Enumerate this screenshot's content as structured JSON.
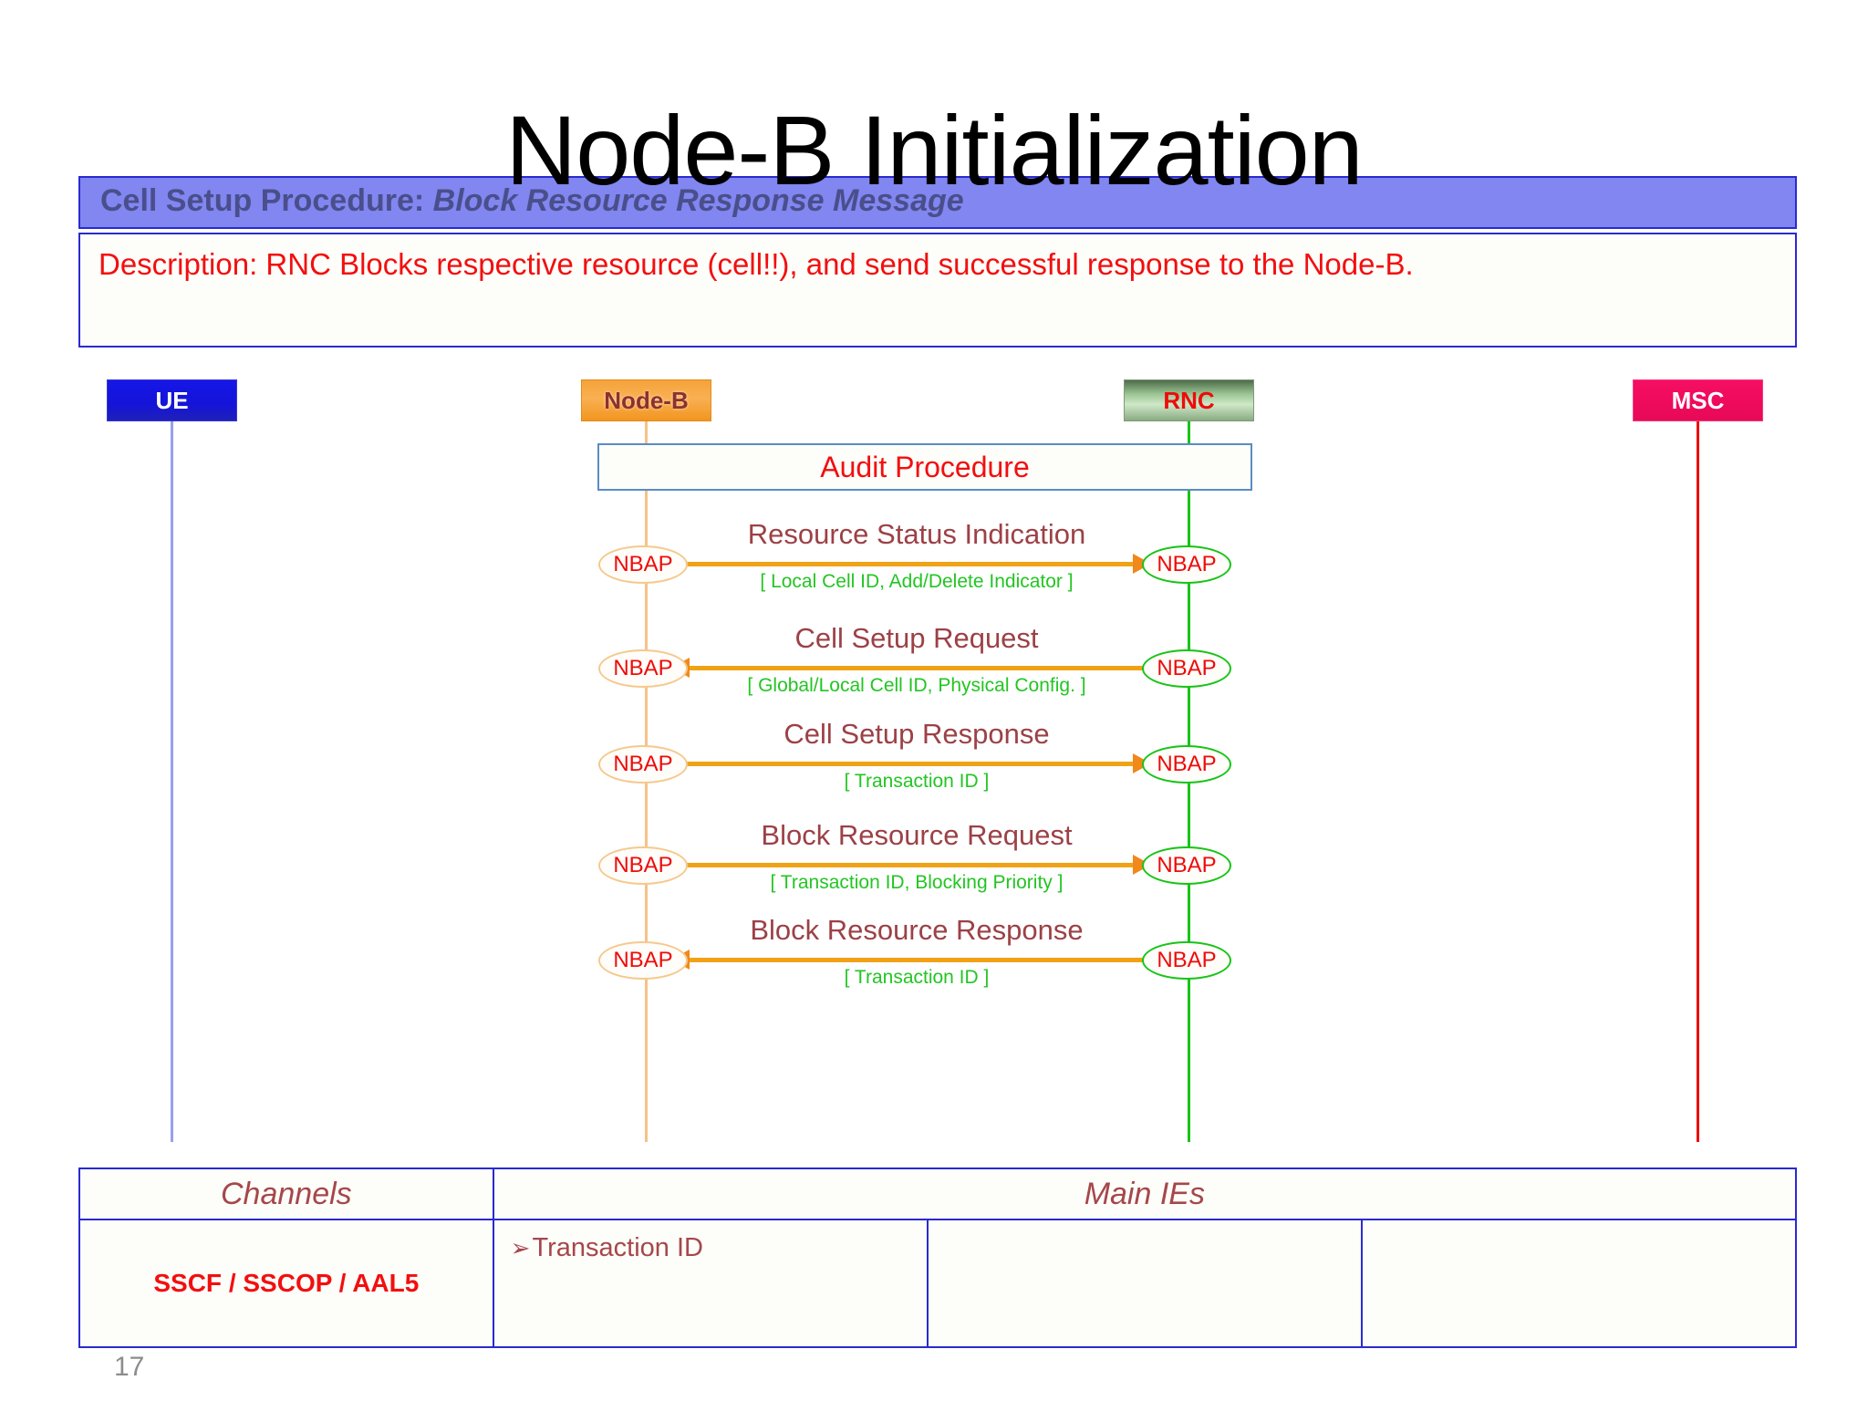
{
  "slide": {
    "title": "Node-B Initialization",
    "page_number": "17"
  },
  "header": {
    "prefix": "Cell Setup Procedure: ",
    "emphasis": "Block Resource Response Message",
    "band_color": "#8186F0",
    "border_color": "#2A2AD0",
    "text_color": "#4A4F8C"
  },
  "description": {
    "text": "Description: RNC Blocks respective resource (cell!!), and send successful response to the Node-B.",
    "text_color": "#F20F0F"
  },
  "diagram": {
    "actors": [
      {
        "name": "UE",
        "label": "UE",
        "box_color": "#1414D8",
        "text_color": "#FFFFFF",
        "lifeline_color": "#9A9EF0"
      },
      {
        "name": "Node-B",
        "label": "Node-B",
        "box_color": "#F9B052",
        "text_color": "#8D3030",
        "lifeline_color": "#F7C187"
      },
      {
        "name": "RNC",
        "label": "RNC",
        "box_color": "#9DC795",
        "text_color": "#EE0B0B",
        "lifeline_color": "#16C416"
      },
      {
        "name": "MSC",
        "label": "MSC",
        "box_color": "#EF0A5C",
        "text_color": "#FFFFFF",
        "lifeline_color": "#EC0A0A"
      }
    ],
    "audit_box": {
      "label": "Audit Procedure",
      "border_color": "#5B8CC4",
      "text_color": "#F20F0F"
    },
    "protocol_label": "NBAP",
    "arrow_color": "#F0A216",
    "message_label_color": "#9C4146",
    "ie_text_color": "#23C523",
    "messages": [
      {
        "label": "Resource Status Indication",
        "ie": "[ Local Cell ID, Add/Delete Indicator ]",
        "direction": "right",
        "from": "Node-B",
        "to": "RNC",
        "left_endpoint": "NBAP",
        "right_endpoint": "NBAP"
      },
      {
        "label": "Cell Setup Request",
        "ie": "[ Global/Local Cell ID, Physical Config. ]",
        "direction": "left",
        "from": "RNC",
        "to": "Node-B",
        "left_endpoint": "NBAP",
        "right_endpoint": "NBAP"
      },
      {
        "label": "Cell Setup Response",
        "ie": "[ Transaction ID ]",
        "direction": "right",
        "from": "Node-B",
        "to": "RNC",
        "left_endpoint": "NBAP",
        "right_endpoint": "NBAP"
      },
      {
        "label": "Block Resource Request",
        "ie": "[ Transaction ID, Blocking Priority ]",
        "direction": "right",
        "from": "Node-B",
        "to": "RNC",
        "left_endpoint": "NBAP",
        "right_endpoint": "NBAP"
      },
      {
        "label": "Block Resource Response",
        "ie": "[ Transaction ID ]",
        "direction": "left",
        "from": "RNC",
        "to": "Node-B",
        "left_endpoint": "NBAP",
        "right_endpoint": "NBAP"
      }
    ]
  },
  "bottom_table": {
    "headers": [
      "Channels",
      "Main IEs"
    ],
    "row": {
      "channels": "SSCF / SSCOP / AAL5",
      "ie_cells": [
        {
          "bullet": "➢",
          "text": "Transaction ID"
        },
        {
          "bullet": "",
          "text": ""
        },
        {
          "bullet": "",
          "text": ""
        }
      ]
    },
    "border_color": "#2A2AD0",
    "header_text_color": "#A6474A",
    "channels_text_color": "#F20F0F"
  }
}
